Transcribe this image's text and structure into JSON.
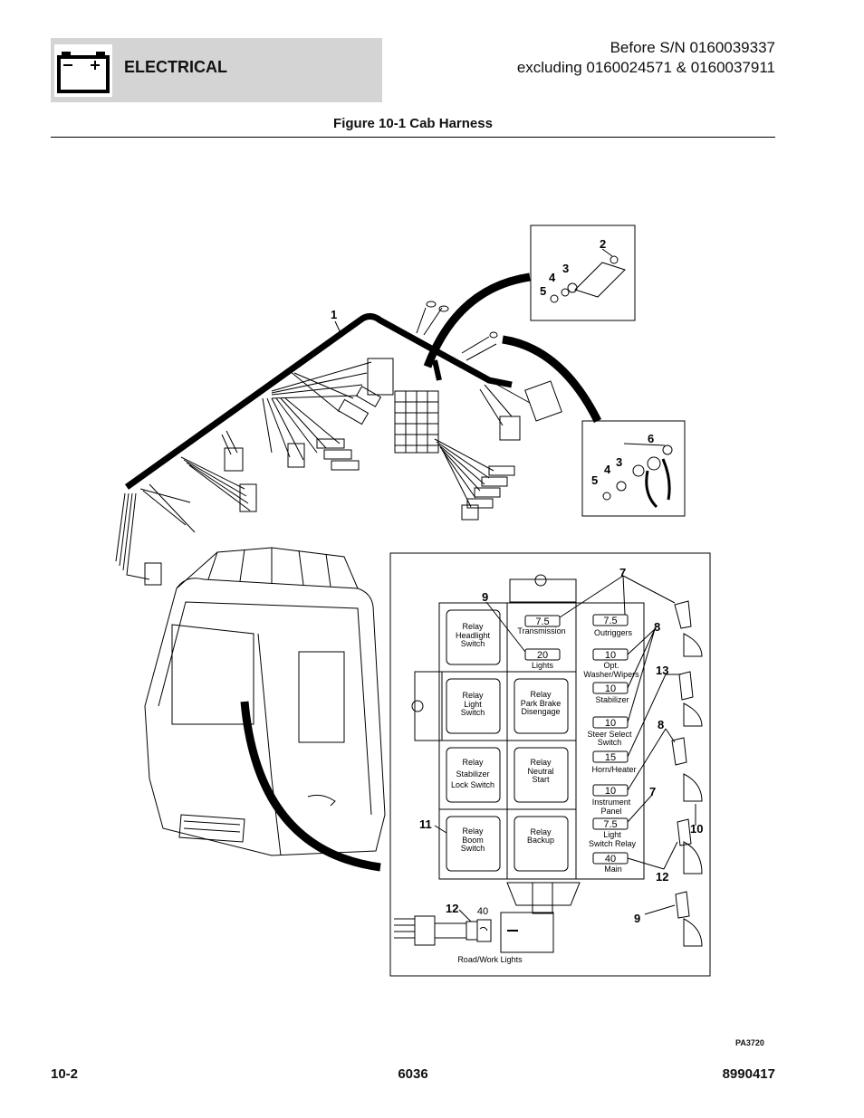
{
  "header": {
    "section": "ELECTRICAL",
    "serial_line1": "Before S/N 0160039337",
    "serial_line2": "excluding 0160024571 & 0160037911",
    "icon": "battery-icon"
  },
  "figure": {
    "title": "Figure 10-1 Cab Harness",
    "code": "PA3720"
  },
  "callouts": {
    "c1": "1",
    "c2": "2",
    "c3a": "3",
    "c4a": "4",
    "c5a": "5",
    "c3b": "3",
    "c4b": "4",
    "c5b": "5",
    "c6": "6",
    "c7a": "7",
    "c7b": "7",
    "c8a": "8",
    "c8b": "8",
    "c9a": "9",
    "c9b": "9",
    "c10": "10",
    "c11": "11",
    "c12a": "12",
    "c12b": "12",
    "c13": "13"
  },
  "relays": {
    "r1": [
      "Relay",
      "Headlight",
      "Switch"
    ],
    "r2": [
      "Relay",
      "Light",
      "Switch"
    ],
    "r3": [
      "Relay",
      "Park Brake",
      "Disengage"
    ],
    "r4": [
      "Relay",
      "Stabilizer",
      "Lock Switch"
    ],
    "r5": [
      "Relay",
      "Neutral",
      "Start"
    ],
    "r6": [
      "Relay",
      "Boom",
      "Switch"
    ],
    "r7": [
      "Relay",
      "Backup"
    ]
  },
  "fuses": {
    "transmission": {
      "value": "7.5",
      "label": [
        "Transmission"
      ]
    },
    "lights": {
      "value": "20",
      "label": [
        "Lights"
      ]
    },
    "outriggers": {
      "value": "7.5",
      "label": [
        "Outriggers"
      ]
    },
    "washer": {
      "value": "10",
      "label": [
        "Opt.",
        "Washer/Wipers"
      ]
    },
    "stabilizer": {
      "value": "10",
      "label": [
        "Stabilizer"
      ]
    },
    "steer": {
      "value": "10",
      "label": [
        "Steer Select",
        "Switch"
      ]
    },
    "horn": {
      "value": "15",
      "label": [
        "Horn/Heater"
      ]
    },
    "instrument": {
      "value": "10",
      "label": [
        "Instrument",
        "Panel"
      ]
    },
    "lightrelay": {
      "value": "7.5",
      "label": [
        "Light",
        "Switch Relay"
      ]
    },
    "main": {
      "value": "40",
      "label": [
        "Main"
      ]
    }
  },
  "inline_fuse": {
    "value": "40",
    "label": "Road/Work Lights"
  },
  "footer": {
    "page": "10-2",
    "model": "6036",
    "part": "8990417"
  }
}
